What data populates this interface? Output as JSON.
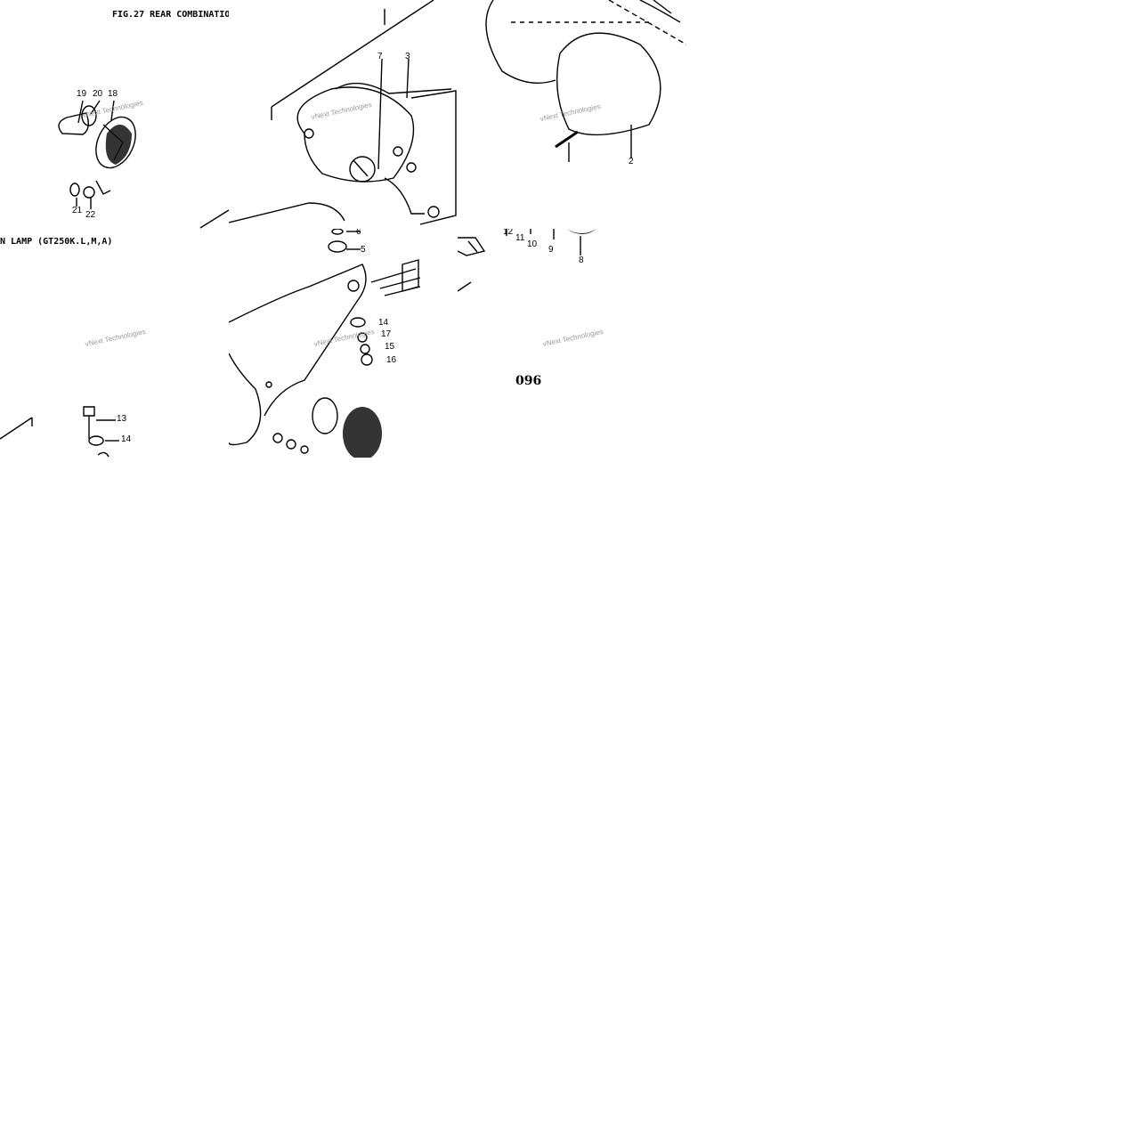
{
  "figure": {
    "title_fragment": "FIG.27  REAR COMBINATIO",
    "subtitle_fragment": "N LAMP (GT250K.L,M,A)",
    "page_number": "096"
  },
  "watermark": "vNext Technologies",
  "callouts": {
    "t1": [
      "19",
      "20",
      "18",
      "21",
      "22"
    ],
    "t2": [
      "7",
      "3"
    ],
    "t3": [
      "2"
    ],
    "t4": [
      "13",
      "14"
    ],
    "t5": [
      "6",
      "5",
      "14",
      "17",
      "15",
      "16"
    ],
    "t6": [
      "12",
      "11",
      "10",
      "9",
      "8"
    ]
  }
}
